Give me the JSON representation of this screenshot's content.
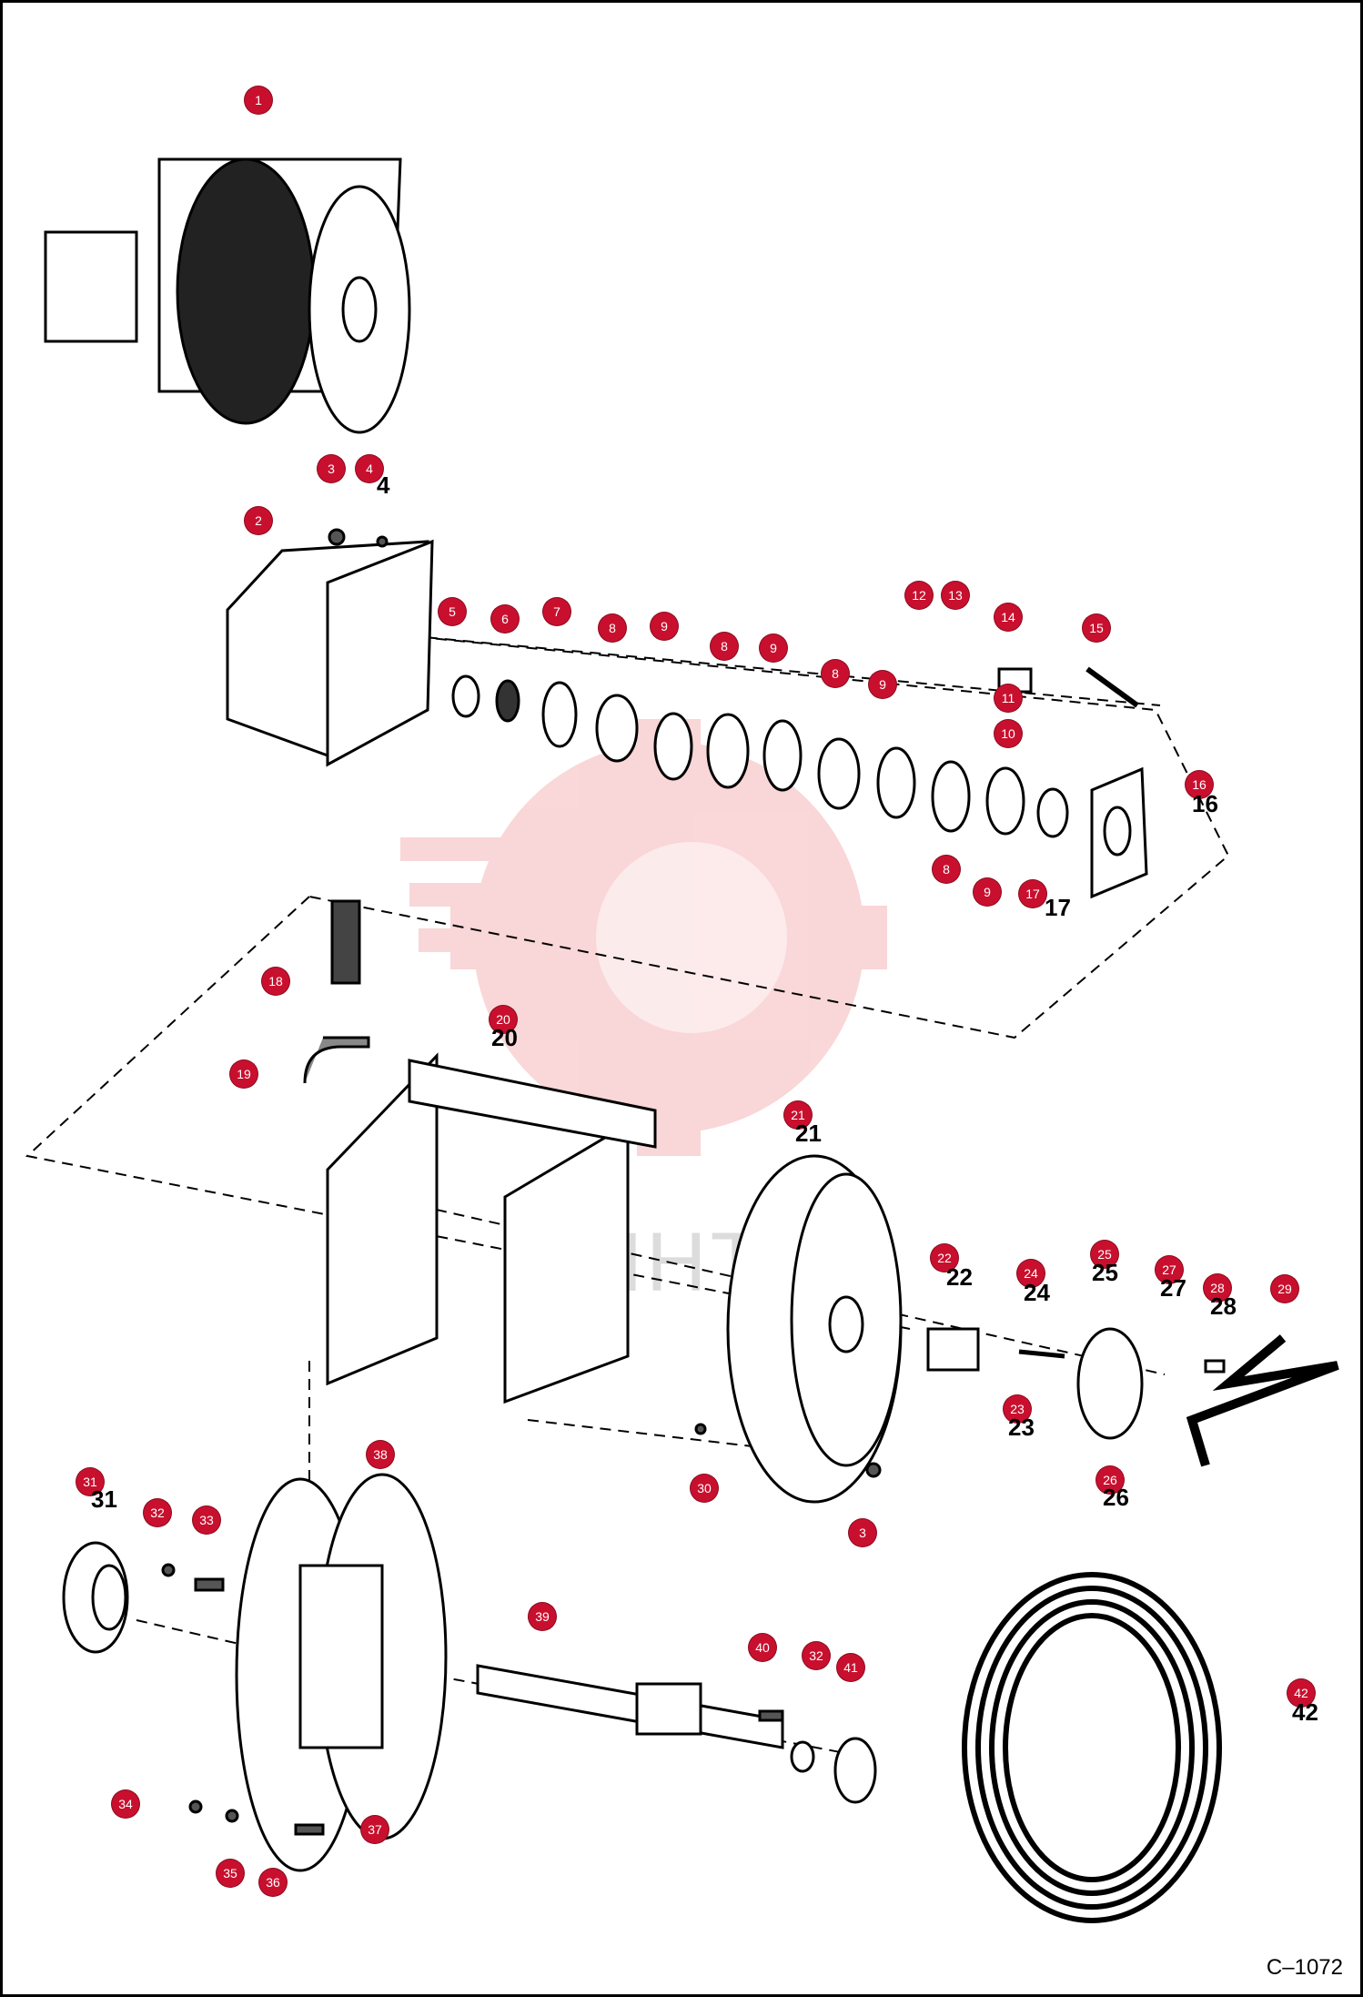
{
  "drawing_code": "C–1072",
  "watermark": {
    "text": "ИНТЕХ",
    "color": "#e8474f"
  },
  "accent_color": "#c8102e",
  "callouts": [
    "1",
    "2",
    "3",
    "4",
    "5",
    "6",
    "7",
    "8",
    "9",
    "8",
    "9",
    "8",
    "9",
    "8",
    "9",
    "10",
    "11",
    "12",
    "13",
    "14",
    "15",
    "16",
    "17",
    "18",
    "19",
    "20",
    "21",
    "22",
    "23",
    "24",
    "25",
    "26",
    "27",
    "28",
    "29",
    "30",
    "3",
    "31",
    "32",
    "33",
    "38",
    "39",
    "40",
    "32",
    "41",
    "42",
    "34",
    "35",
    "36",
    "37"
  ],
  "plain_labels": [
    "4",
    "17",
    "16",
    "20",
    "21",
    "22",
    "24",
    "25",
    "27",
    "28",
    "23",
    "26",
    "31",
    "42"
  ]
}
